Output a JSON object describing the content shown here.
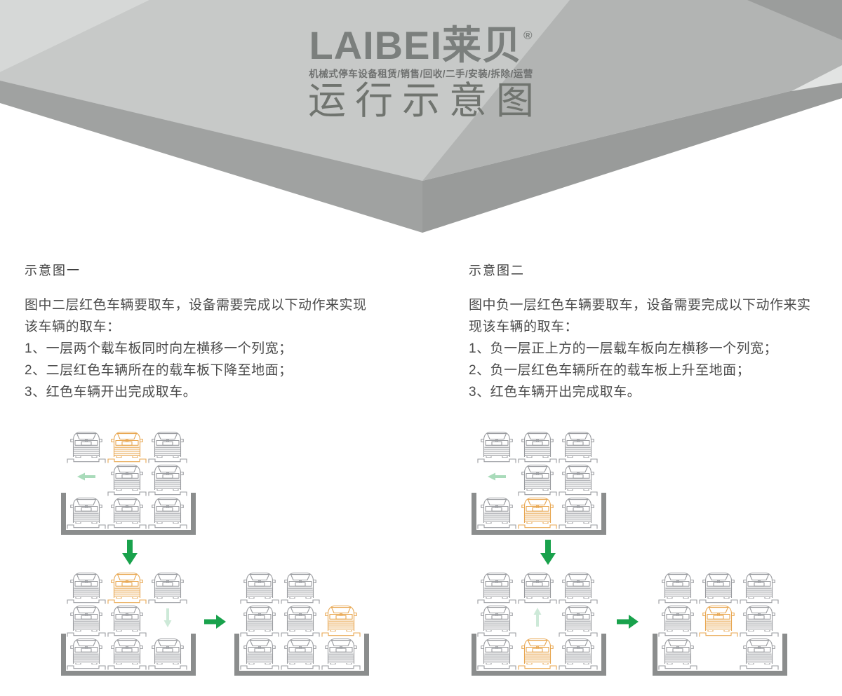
{
  "header": {
    "logo": "LAIBEI莱贝",
    "registered_mark": "®",
    "tagline": "机械式停车设备租赁/销售/回收/二手/安装/拆除/运营",
    "title": "运行示意图"
  },
  "sections": [
    {
      "heading": "示意图一",
      "description_lines": [
        "图中二层红色车辆要取车，设备需要完成以下动作来实现",
        "该车辆的取车："
      ],
      "steps": [
        "1、一层两个载车板同时向左横移一个列宽；",
        "2、二层红色车辆所在的载车板下降至地面；",
        "3、红色车辆开出完成取车。"
      ]
    },
    {
      "heading": "示意图二",
      "description_lines": [
        "图中负一层红色车辆要取车，设备需要完成以下动作来实",
        "现该车辆的取车："
      ],
      "steps": [
        "1、负一层正上方的一层载车板向左横移一个列宽；",
        "2、负一层红色车辆所在的载车板上升至地面；",
        "3、红色车辆开出完成取车。"
      ]
    }
  ],
  "diagrams": {
    "colors": {
      "car": "#9a9ca0",
      "highlight_car": "#e8a751",
      "carrier_plate_follows_car": true,
      "pit": "#8b8d8d",
      "arrow_green": "#19a24c",
      "arrow_pale": "#a9dbba",
      "arrow_faint": "#cde9d8"
    },
    "panels": [
      {
        "states": [
          {
            "grid": [
              [
                "car",
                "car_red",
                "car"
              ],
              [
                "arrow_left",
                "car",
                "car"
              ],
              [
                "car",
                "car",
                "car"
              ]
            ]
          },
          {
            "grid": [
              [
                "car",
                "car_red",
                "car"
              ],
              [
                "car",
                "car",
                "arrow_down"
              ],
              [
                "car",
                "car",
                "car"
              ]
            ]
          },
          {
            "grid": [
              [
                "car",
                "car",
                "empty"
              ],
              [
                "car",
                "car",
                "car_red"
              ],
              [
                "car",
                "car",
                "car"
              ]
            ]
          }
        ]
      },
      {
        "states": [
          {
            "grid": [
              [
                "car",
                "car",
                "car"
              ],
              [
                "arrow_left",
                "car",
                "car"
              ],
              [
                "car",
                "car_red",
                "car"
              ]
            ]
          },
          {
            "grid": [
              [
                "car",
                "car",
                "car"
              ],
              [
                "car",
                "arrow_up",
                "car"
              ],
              [
                "car",
                "car_red",
                "car"
              ]
            ]
          },
          {
            "grid": [
              [
                "car",
                "car",
                "car"
              ],
              [
                "car",
                "car_red",
                "car"
              ],
              [
                "car",
                "empty",
                "car"
              ]
            ]
          }
        ]
      }
    ]
  }
}
